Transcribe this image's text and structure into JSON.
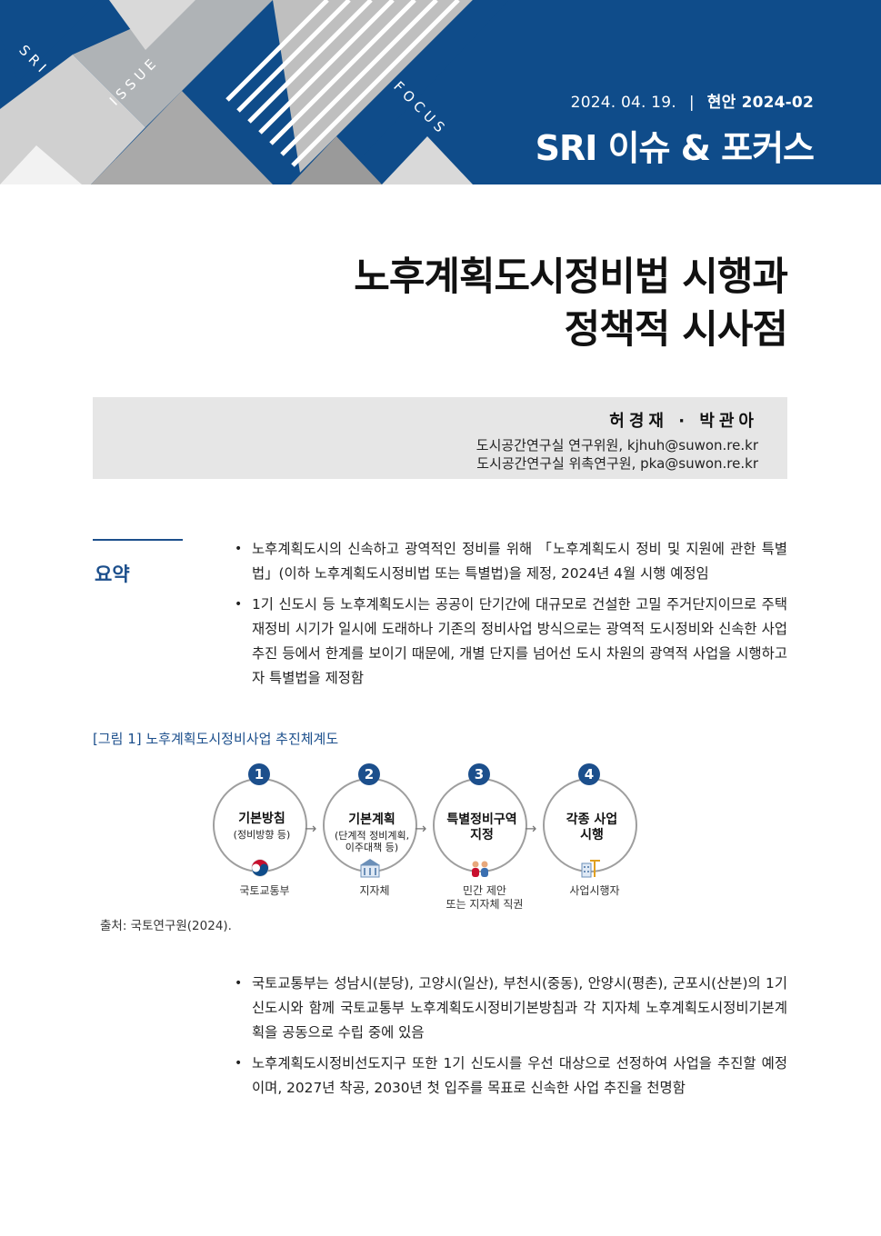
{
  "header": {
    "diagonal_texts": [
      "SRI",
      "ISSUE",
      "FOCUS"
    ],
    "date": "2024. 04. 19.",
    "separator": "|",
    "issue_number": "현안 2024-02",
    "brand": "SRI 이슈 & 포커스",
    "colors": {
      "background": "#0f4c8a",
      "accent": "#1c4f8c",
      "gray": "#b5b5b5"
    }
  },
  "title": {
    "line1": "노후계획도시정비법 시행과",
    "line2": "정책적 시사점"
  },
  "authors": {
    "names": "허경재 · 박관아",
    "line1": "도시공간연구실 연구위원, kjhuh@suwon.re.kr",
    "line2": "도시공간연구실 위촉연구원, pka@suwon.re.kr"
  },
  "summary": {
    "label": "요약",
    "bullets": [
      "노후계획도시의 신속하고 광역적인 정비를 위해 「노후계획도시 정비 및 지원에 관한 특별법」(이하 노후계획도시정비법 또는 특별법)을 제정, 2024년 4월 시행 예정임",
      "1기 신도시 등 노후계획도시는 공공이 단기간에 대규모로 건설한 고밀 주거단지이므로 주택재정비 시기가 일시에 도래하나 기존의 정비사업 방식으로는 광역적 도시정비와 신속한 사업 추진 등에서 한계를 보이기 때문에, 개별 단지를 넘어선 도시 차원의 광역적 사업을 시행하고자 특별법을 제정함"
    ]
  },
  "figure": {
    "caption": "[그림 1] 노후계획도시정비사업 추진체계도",
    "source": "출처: 국토연구원(2024).",
    "steps": [
      {
        "number": "1",
        "title": "기본방침",
        "sub1": "(정비방향 등)",
        "sub2": "",
        "label1": "국토교통부",
        "label2": "",
        "icon": "government-emblem-icon"
      },
      {
        "number": "2",
        "title": "기본계획",
        "sub1": "(단계적 정비계획,",
        "sub2": "이주대책 등)",
        "label1": "지자체",
        "label2": "",
        "icon": "city-hall-icon"
      },
      {
        "number": "3",
        "title": "특별정비구역",
        "title2": "지정",
        "sub1": "",
        "sub2": "",
        "label1": "민간 제안",
        "label2": "또는 지자체 직권",
        "icon": "people-icon"
      },
      {
        "number": "4",
        "title": "각종 사업",
        "title2": "시행",
        "sub1": "",
        "sub2": "",
        "label1": "사업시행자",
        "label2": "",
        "icon": "construction-icon"
      }
    ]
  },
  "body": {
    "bullets": [
      "국토교통부는 성남시(분당), 고양시(일산), 부천시(중동), 안양시(평촌), 군포시(산본)의 1기 신도시와 함께 국토교통부 노후계획도시정비기본방침과 각 지자체 노후계획도시정비기본계획을 공동으로 수립 중에 있음",
      "노후계획도시정비선도지구 또한 1기 신도시를 우선 대상으로 선정하여 사업을 추진할 예정이며, 2027년 착공, 2030년 첫 입주를 목표로 신속한 사업 추진을 천명함"
    ]
  }
}
